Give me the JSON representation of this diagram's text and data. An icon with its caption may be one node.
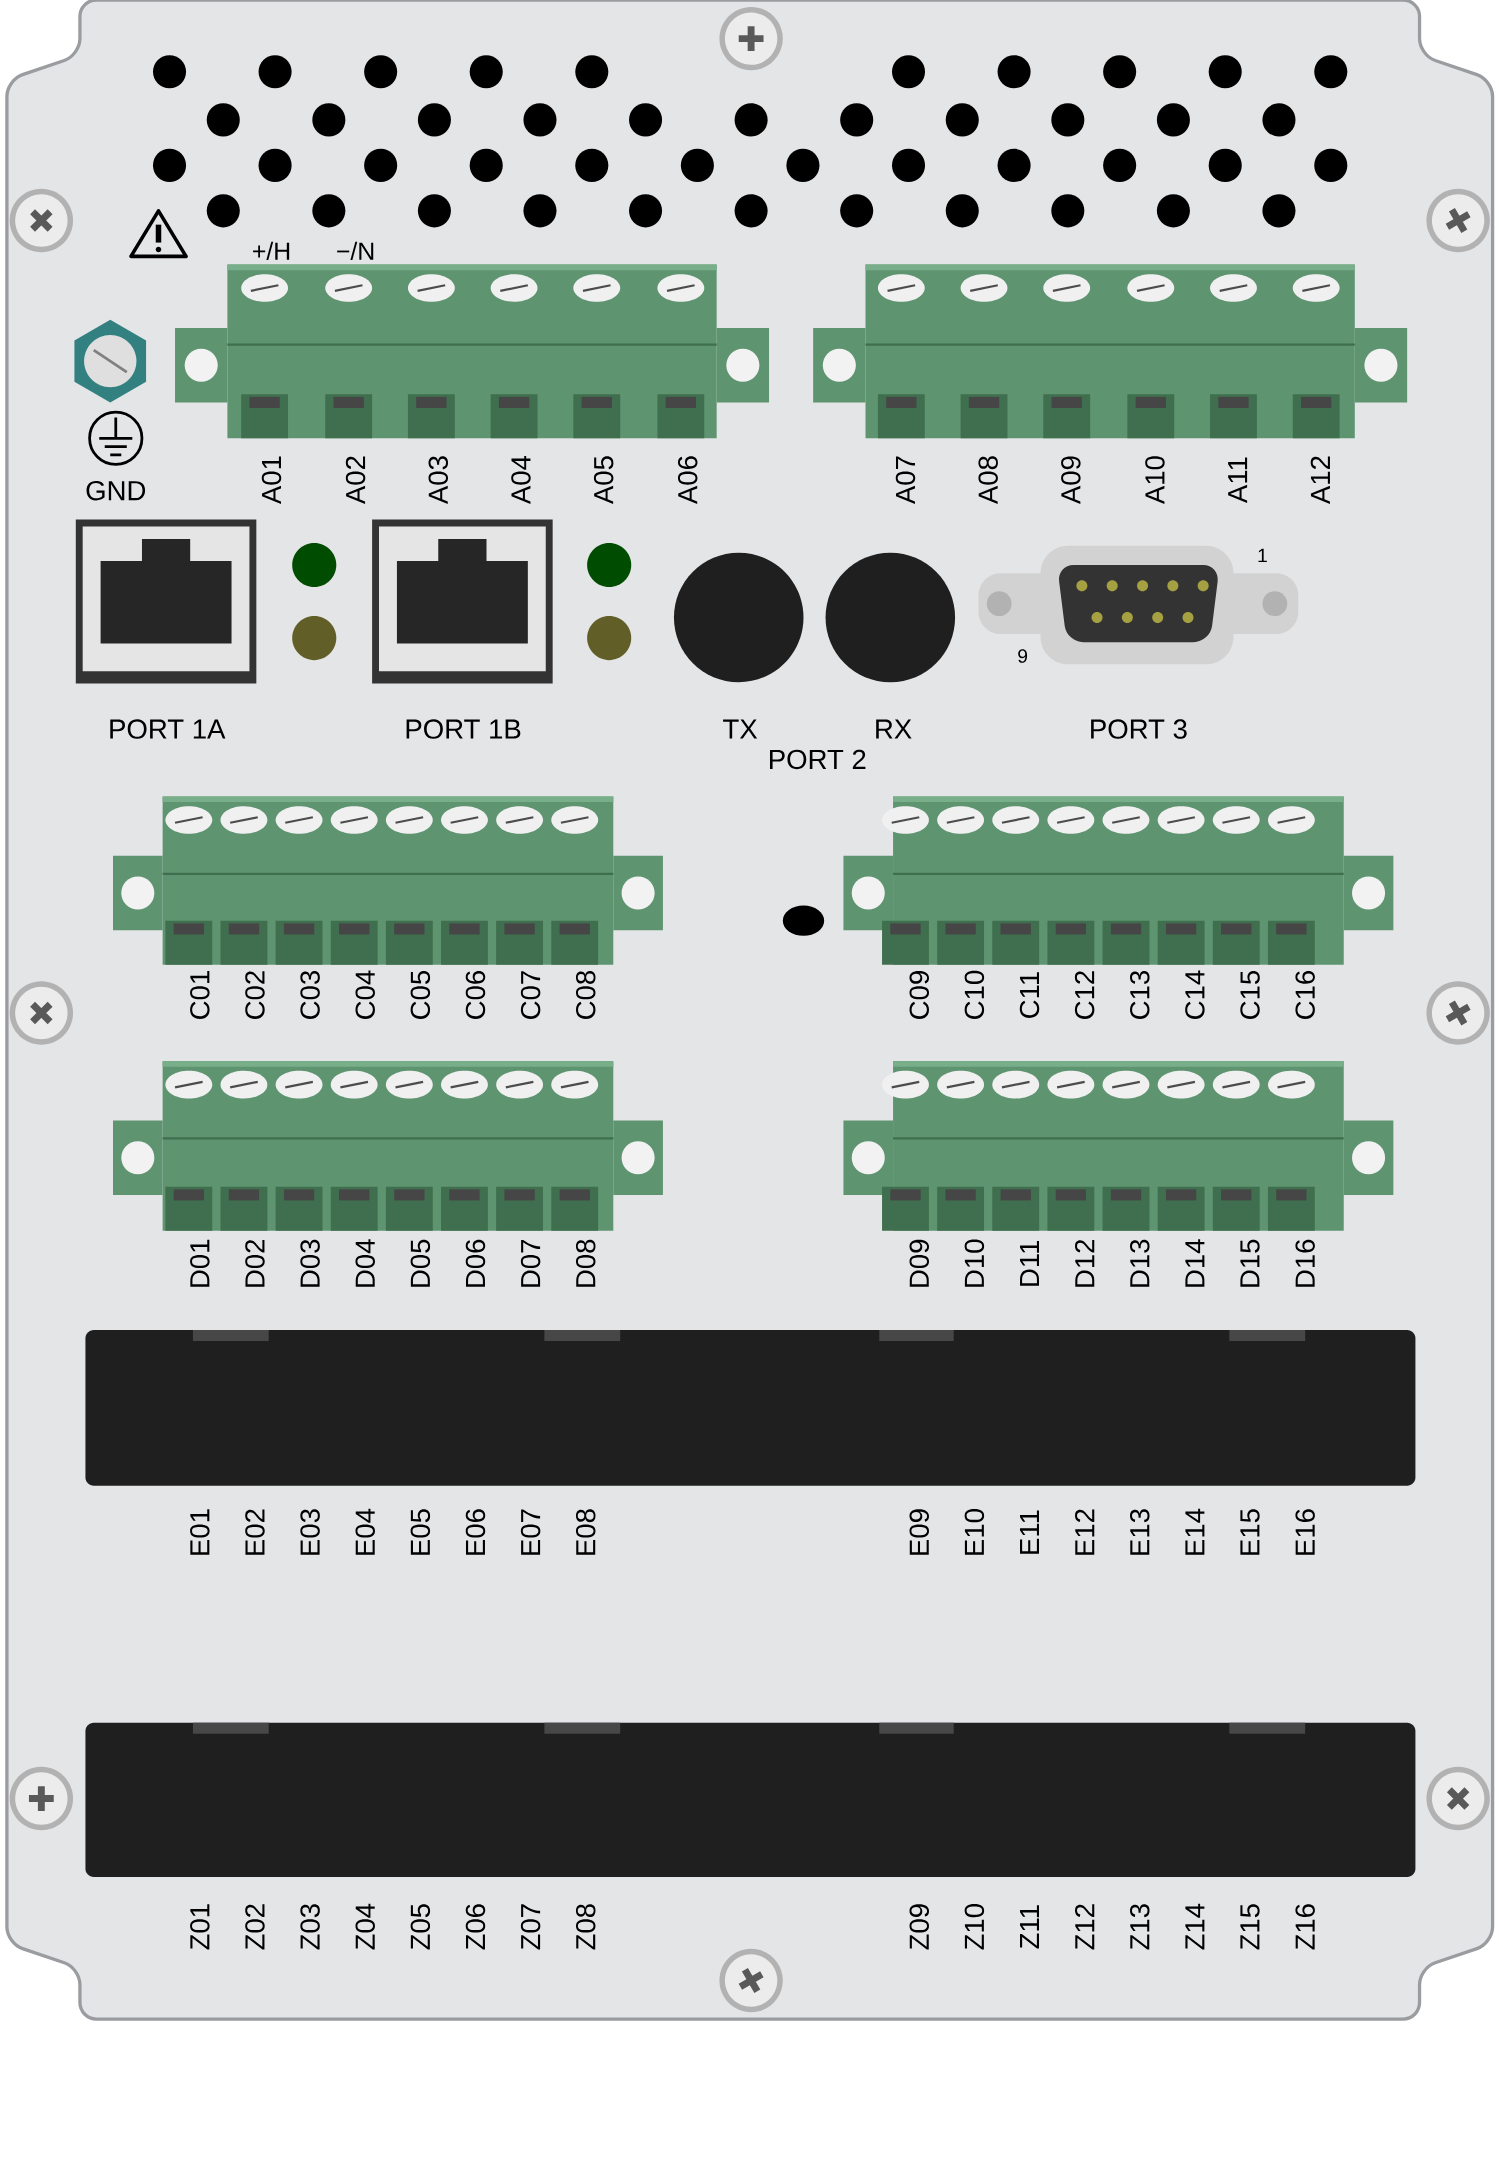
{
  "diagram": {
    "labels": [
      "+/H",
      "−/N",
      "GND",
      "A01",
      "A02",
      "A03",
      "A04",
      "A05",
      "A06",
      "A07",
      "A08",
      "A09",
      "A10",
      "A11",
      "A12",
      "1",
      "9",
      "PORT 1A",
      "PORT 1B",
      "TX",
      "RX",
      "PORT 3",
      "PORT 2",
      "C01",
      "C02",
      "C03",
      "C04",
      "C05",
      "C06",
      "C07",
      "C08",
      "C09",
      "C10",
      "C11",
      "C12",
      "C13",
      "C14",
      "C15",
      "C16",
      "D01",
      "D02",
      "D03",
      "D04",
      "D05",
      "D06",
      "D07",
      "D08",
      "D09",
      "D10",
      "D11",
      "D12",
      "D13",
      "D14",
      "D15",
      "D16",
      "E01",
      "E02",
      "E03",
      "E04",
      "E05",
      "E06",
      "E07",
      "E08",
      "E09",
      "E10",
      "E11",
      "E12",
      "E13",
      "E14",
      "E15",
      "E16",
      "Z01",
      "Z02",
      "Z03",
      "Z04",
      "Z05",
      "Z06",
      "Z07",
      "Z08",
      "Z09",
      "Z10",
      "Z11",
      "Z12",
      "Z13",
      "Z14",
      "Z15",
      "Z16"
    ]
  }
}
